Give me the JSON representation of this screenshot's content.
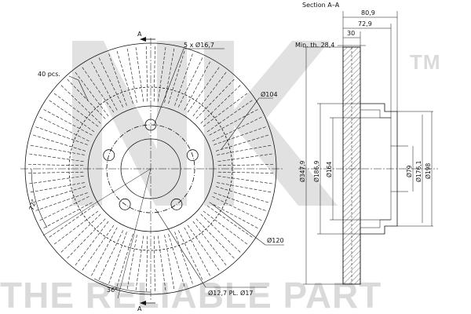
{
  "watermark": {
    "brand": "NK",
    "trademark": "TM",
    "slogan": "THE RELIABLE PART"
  },
  "front_view": {
    "section_marker_top": "A",
    "section_marker_bottom": "A",
    "vanes_label": "40 pcs.",
    "bolt_holes_label": "5 x Ø16,7",
    "d104_label": "Ø104",
    "d120_label": "Ø120",
    "pilot_holes_label": "Ø12,7 PL. Ø17",
    "angle_72_label": "72°",
    "angle_36_label": "36°"
  },
  "section_view": {
    "title": "Section A–A",
    "dim_80_9": "80,9",
    "dim_72_9": "72,9",
    "dim_30": "30",
    "min_th_label": "Min. th. 28,4",
    "d347_9": "Ø347,9",
    "d186_9": "Ø186,9",
    "d164": "Ø164",
    "d79": "Ø79",
    "d176_1": "Ø176,1",
    "d198": "Ø198"
  }
}
